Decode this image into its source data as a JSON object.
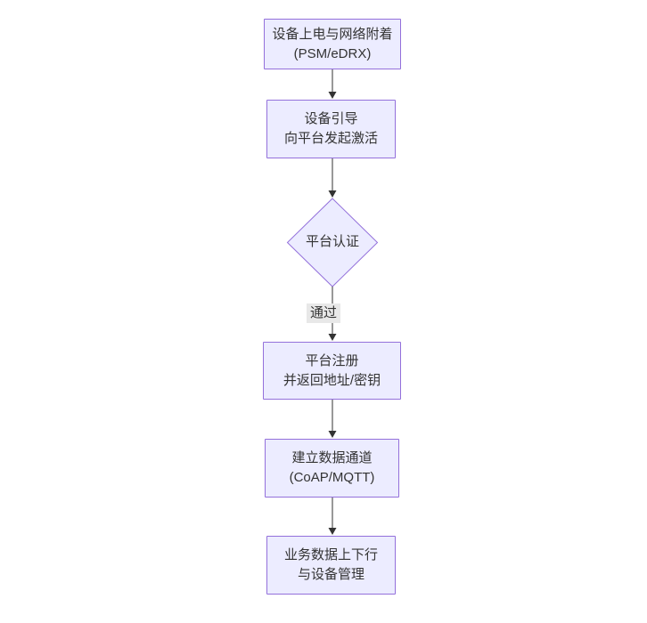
{
  "diagram": {
    "type": "flowchart",
    "direction": "top-down",
    "colors": {
      "background": "#ffffff",
      "node_fill": "#ECECFF",
      "node_border": "#9370DB",
      "arrow": "#333333",
      "text": "#333333",
      "edge_label_bg": "#e8e8e8"
    },
    "nodes": [
      {
        "id": "power-attach",
        "shape": "rect",
        "lines": [
          "设备上电与网络附着",
          "(PSM/eDRX)"
        ]
      },
      {
        "id": "bootstrap",
        "shape": "rect",
        "lines": [
          "设备引导",
          "向平台发起激活"
        ]
      },
      {
        "id": "platform-auth",
        "shape": "diamond",
        "lines": [
          "平台认证"
        ]
      },
      {
        "id": "register",
        "shape": "rect",
        "lines": [
          "平台注册",
          "并返回地址/密钥"
        ]
      },
      {
        "id": "data-channel",
        "shape": "rect",
        "lines": [
          "建立数据通道",
          "(CoAP/MQTT)"
        ]
      },
      {
        "id": "business",
        "shape": "rect",
        "lines": [
          "业务数据上下行",
          "与设备管理"
        ]
      }
    ],
    "edges": [
      {
        "from": "power-attach",
        "to": "bootstrap",
        "label": ""
      },
      {
        "from": "bootstrap",
        "to": "platform-auth",
        "label": ""
      },
      {
        "from": "platform-auth",
        "to": "register",
        "label": "通过"
      },
      {
        "from": "register",
        "to": "data-channel",
        "label": ""
      },
      {
        "from": "data-channel",
        "to": "business",
        "label": ""
      }
    ]
  }
}
